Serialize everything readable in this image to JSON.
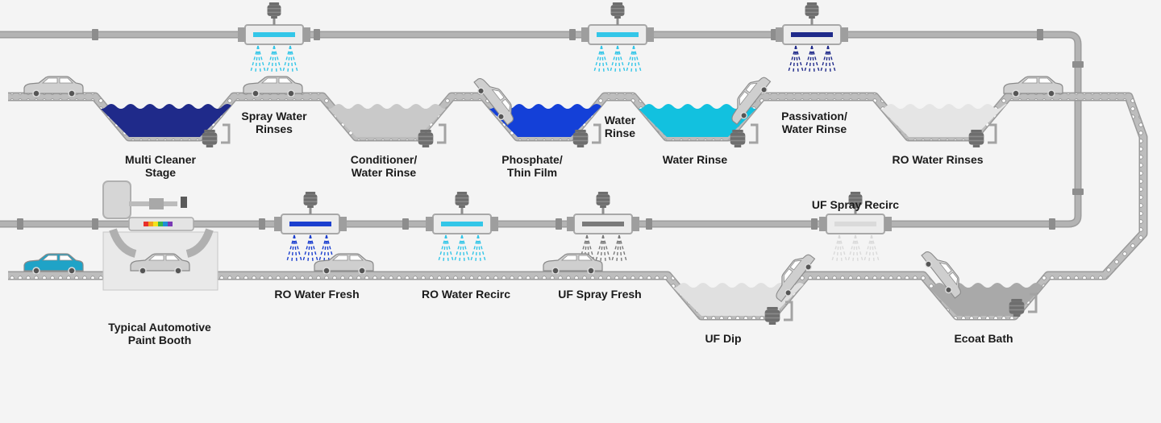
{
  "colors": {
    "background": "#f4f4f4",
    "pipe": "#b3b3b3",
    "pipe_edge": "#9c9c9c",
    "valve": "#6e6e6e",
    "conveyor": "#bdbdbd",
    "car": "#cfcfcf",
    "car_blue": "#1fa3c7"
  },
  "tanks": [
    {
      "id": "multi-cleaner",
      "label": "Multi Cleaner\nStage",
      "color": "#1f2a8a"
    },
    {
      "id": "conditioner",
      "label": "Conditioner/\nWater Rinse",
      "color": "#c9c9c9"
    },
    {
      "id": "phosphate",
      "label": "Phosphate/\nThin Film",
      "color": "#1440d8"
    },
    {
      "id": "water-rinse",
      "label": "Water Rinse",
      "color": "#12c1df"
    },
    {
      "id": "ro-water-rinses",
      "label": "RO Water Rinses",
      "color": "#e5e5e5"
    },
    {
      "id": "uf-dip",
      "label": "UF Dip",
      "color": "#e0e0e0"
    },
    {
      "id": "ecoat-bath",
      "label": "Ecoat Bath",
      "color": "#a9a9a9"
    }
  ],
  "sprays": [
    {
      "id": "spray-water-rinses",
      "label": "Spray Water\nRinses",
      "color": "#33c6e8"
    },
    {
      "id": "water-rinse-spray",
      "label": "Water\nRinse",
      "color": "#33c6e8"
    },
    {
      "id": "passivation",
      "label": "Passivation/\nWater Rinse",
      "color": "#1f2a8a"
    },
    {
      "id": "ro-water-fresh",
      "label": "RO Water Fresh",
      "color": "#1b3fcf"
    },
    {
      "id": "ro-water-recirc",
      "label": "RO Water Recirc",
      "color": "#33c6e8"
    },
    {
      "id": "uf-spray-fresh",
      "label": "UF Spray Fresh",
      "color": "#7a7a7a"
    },
    {
      "id": "uf-spray-recirc",
      "label": "UF Spray Recirc",
      "color": "#dadada"
    }
  ],
  "paint_booth": {
    "label": "Typical Automotive\nPaint Booth"
  }
}
